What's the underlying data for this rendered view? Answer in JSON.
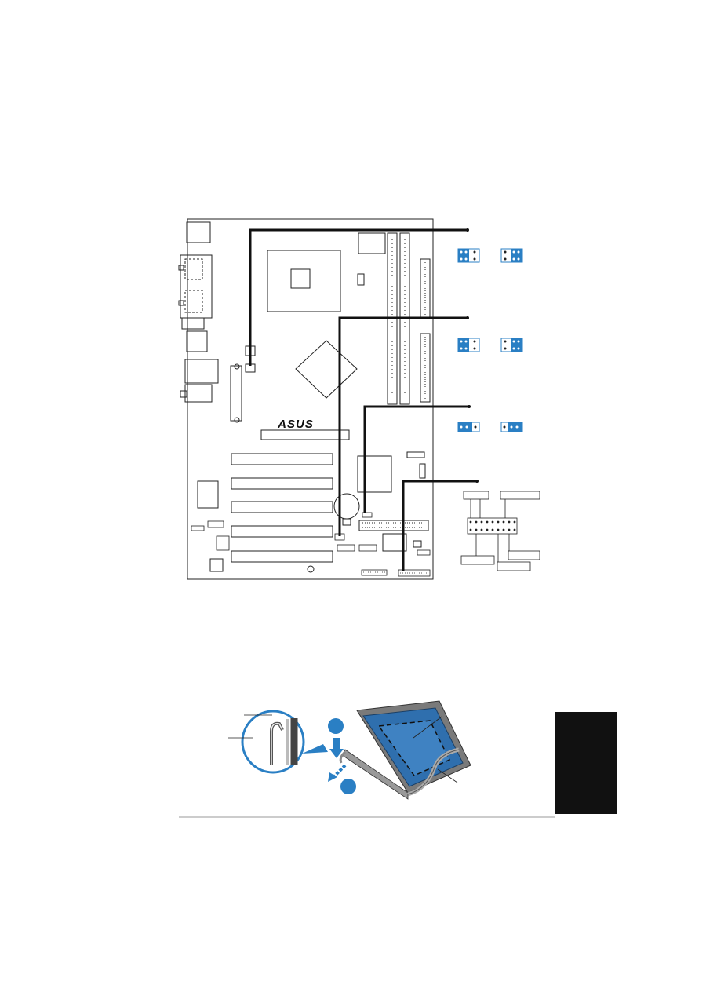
{
  "board": {
    "brand_logo": "ASUS"
  },
  "colors": {
    "jumper_blue": "#2a7fc4",
    "line_black": "#111111",
    "socket_blue": "#2f6fae",
    "side_tab": "#111111"
  },
  "jumper_groups": [
    {
      "id": "group-1",
      "pin_style": "2x3"
    },
    {
      "id": "group-2",
      "pin_style": "2x3"
    },
    {
      "id": "group-3",
      "pin_style": "1x3"
    }
  ],
  "icons": [
    "asus-logo",
    "jumper-icon",
    "socket-lever-icon",
    "step-marker-icon",
    "arrow-down-icon"
  ]
}
